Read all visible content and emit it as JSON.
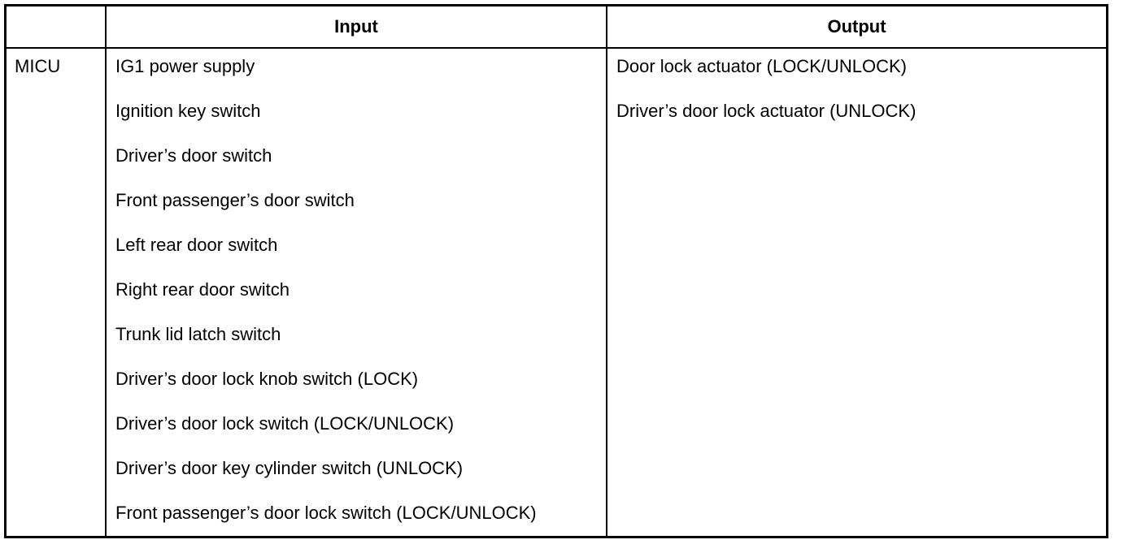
{
  "table": {
    "headers": [
      "",
      "Input",
      "Output"
    ],
    "rows": [
      {
        "unit": "MICU",
        "inputs": [
          "IG1 power supply",
          "Ignition key switch",
          "Driver’s door switch",
          "Front passenger’s door switch",
          "Left rear door switch",
          "Right rear door switch",
          "Trunk lid latch switch",
          "Driver’s door lock knob switch (LOCK)",
          "Driver’s door lock switch (LOCK/UNLOCK)",
          "Driver’s door key cylinder switch (UNLOCK)",
          "Front passenger’s door lock switch (LOCK/UNLOCK)"
        ],
        "outputs": [
          "Door lock actuator (LOCK/UNLOCK)",
          "Driver’s door lock actuator (UNLOCK)"
        ]
      }
    ]
  }
}
